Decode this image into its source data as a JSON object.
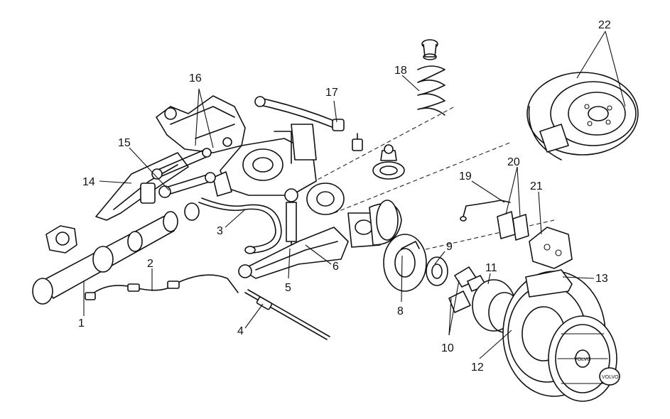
{
  "diagram": {
    "callouts": [
      {
        "id": "1",
        "label": "1"
      },
      {
        "id": "2",
        "label": "2"
      },
      {
        "id": "3",
        "label": "3"
      },
      {
        "id": "4",
        "label": "4"
      },
      {
        "id": "5",
        "label": "5"
      },
      {
        "id": "6",
        "label": "6"
      },
      {
        "id": "8",
        "label": "8"
      },
      {
        "id": "9",
        "label": "9"
      },
      {
        "id": "10",
        "label": "10"
      },
      {
        "id": "11",
        "label": "11"
      },
      {
        "id": "12",
        "label": "12"
      },
      {
        "id": "13",
        "label": "13"
      },
      {
        "id": "14",
        "label": "14"
      },
      {
        "id": "15",
        "label": "15"
      },
      {
        "id": "16",
        "label": "16"
      },
      {
        "id": "17",
        "label": "17"
      },
      {
        "id": "18",
        "label": "18"
      },
      {
        "id": "19",
        "label": "19"
      },
      {
        "id": "20",
        "label": "20"
      },
      {
        "id": "21",
        "label": "21"
      },
      {
        "id": "22",
        "label": "22"
      }
    ],
    "hubcap_logo": "VOLVO",
    "wheel_logo": "VOLVO"
  }
}
